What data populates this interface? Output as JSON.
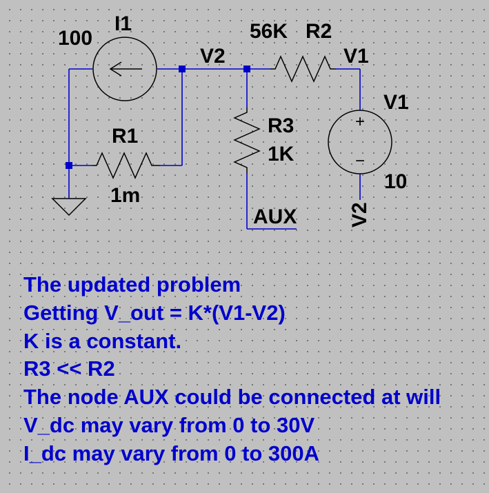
{
  "schematic": {
    "components": {
      "I1": {
        "name": "I1",
        "value": "100"
      },
      "R1": {
        "name": "R1",
        "value": "1m"
      },
      "R2": {
        "name": "R2",
        "value": "56K"
      },
      "R3": {
        "name": "R3",
        "value": "1K"
      },
      "V1": {
        "name": "V1",
        "value": "10"
      }
    },
    "net_labels": {
      "v2_top": "V2",
      "v1_top": "V1",
      "aux": "AUX",
      "v2_bottom": "V2"
    },
    "source_polarity": {
      "plus": "+",
      "minus": "−"
    },
    "colors": {
      "wire": "#0000cc",
      "component": "#000000",
      "background": "#c0c0c0"
    }
  },
  "notes": [
    "The updated problem",
    "Getting V_out = K*(V1-V2)",
    "K is a constant.",
    "R3 << R2",
    "The node AUX could be connected at will",
    "V_dc may vary from 0 to 30V",
    "I_dc may vary from 0 to 300A"
  ]
}
